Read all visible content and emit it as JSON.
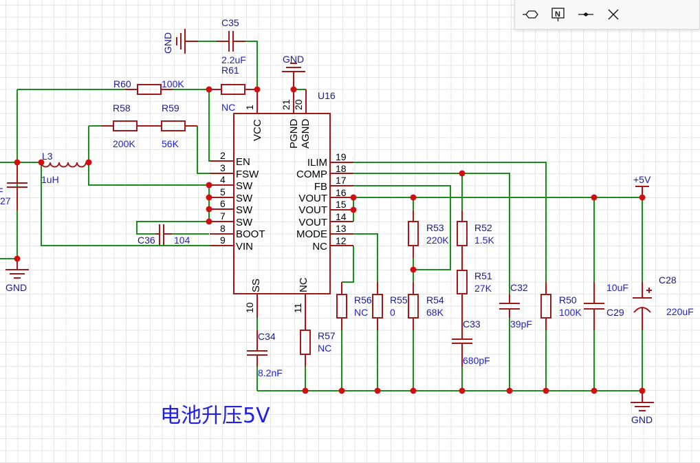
{
  "toolbar": {
    "items": [
      {
        "icon": "net-port-icon",
        "label": "Net Port"
      },
      {
        "icon": "net-label-icon",
        "label": "N"
      },
      {
        "icon": "net-flag-icon",
        "label": "Net Flag"
      },
      {
        "icon": "no-connect-icon",
        "label": "No Connect"
      }
    ]
  },
  "title_text": "电池升压5V",
  "ic": {
    "ref": "U16",
    "left_pins": [
      {
        "num": "2",
        "name": "EN"
      },
      {
        "num": "3",
        "name": "FSW"
      },
      {
        "num": "4",
        "name": "SW"
      },
      {
        "num": "5",
        "name": "SW"
      },
      {
        "num": "6",
        "name": "SW"
      },
      {
        "num": "7",
        "name": "SW"
      },
      {
        "num": "8",
        "name": "BOOT"
      },
      {
        "num": "9",
        "name": "VIN"
      }
    ],
    "right_pins": [
      {
        "num": "19",
        "name": "ILIM"
      },
      {
        "num": "18",
        "name": "COMP"
      },
      {
        "num": "17",
        "name": "FB"
      },
      {
        "num": "16",
        "name": "VOUT"
      },
      {
        "num": "15",
        "name": "VOUT"
      },
      {
        "num": "14",
        "name": "VOUT"
      },
      {
        "num": "13",
        "name": "MODE"
      },
      {
        "num": "12",
        "name": "NC"
      }
    ],
    "top_pins": [
      {
        "num": "1",
        "name": "VCC"
      },
      {
        "num": "21",
        "name": "PGND"
      },
      {
        "num": "20",
        "name": "AGND"
      }
    ],
    "bottom_pins": [
      {
        "num": "10",
        "name": "SS"
      },
      {
        "num": "11",
        "name": "NC"
      }
    ]
  },
  "components": {
    "C35": {
      "ref": "C35",
      "value": "2.2uF"
    },
    "R60": {
      "ref": "R60",
      "value": "100K"
    },
    "R61": {
      "ref": "R61",
      "value": "NC"
    },
    "R58": {
      "ref": "R58",
      "value": "200K"
    },
    "R59": {
      "ref": "R59",
      "value": "56K"
    },
    "L3": {
      "ref": "L3",
      "value": "1uH"
    },
    "C_in": {
      "ref": "F",
      "value": "27"
    },
    "C36": {
      "ref": "C36",
      "value": "104"
    },
    "C34": {
      "ref": "C34",
      "value": "8.2nF"
    },
    "R57": {
      "ref": "R57",
      "value": "NC"
    },
    "R56": {
      "ref": "R56",
      "value": "NC"
    },
    "R55": {
      "ref": "R55",
      "value": "0"
    },
    "R54": {
      "ref": "R54",
      "value": "68K"
    },
    "R53": {
      "ref": "R53",
      "value": "220K"
    },
    "R52": {
      "ref": "R52",
      "value": "1.5K"
    },
    "R51": {
      "ref": "R51",
      "value": "27K"
    },
    "C33": {
      "ref": "C33",
      "value": "680pF"
    },
    "C32": {
      "ref": "C32",
      "value": "39pF"
    },
    "R50": {
      "ref": "R50",
      "value": "100K"
    },
    "C29": {
      "ref": "C29",
      "value": "10uF"
    },
    "C28": {
      "ref": "C28",
      "value": "220uF"
    }
  },
  "nets": {
    "gnd": "GND",
    "vout": "+5V"
  },
  "colors": {
    "wire": "#1c8c1c",
    "part": "#a01818",
    "junction": "#d01010",
    "ref_text": "#1a1a8a",
    "value_text": "#2020d0"
  }
}
